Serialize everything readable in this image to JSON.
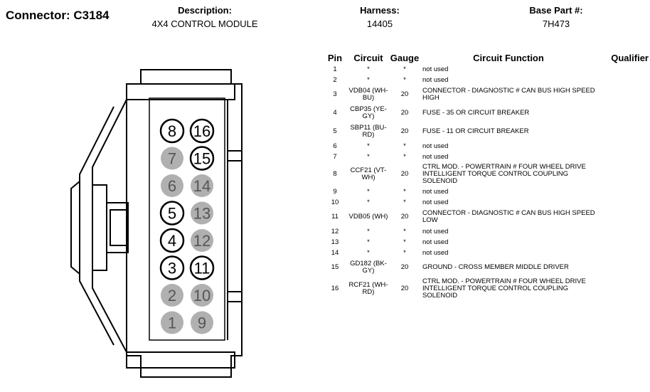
{
  "header": {
    "connector_label": "Connector: C3184",
    "description_label": "Description:",
    "description_value": "4X4 CONTROL MODULE",
    "harness_label": "Harness:",
    "harness_value": "14405",
    "base_part_label": "Base Part #:",
    "base_part_value": "7H473"
  },
  "table": {
    "columns": [
      "Pin",
      "Circuit",
      "Gauge",
      "Circuit Function",
      "Qualifier"
    ],
    "rows": [
      {
        "pin": "1",
        "circuit": "*",
        "gauge": "*",
        "function": "not used"
      },
      {
        "pin": "2",
        "circuit": "*",
        "gauge": "*",
        "function": "not used"
      },
      {
        "pin": "3",
        "circuit": "VDB04 (WH-BU)",
        "gauge": "20",
        "function": "CONNECTOR - DIAGNOSTIC # CAN BUS HIGH SPEED HIGH"
      },
      {
        "pin": "4",
        "circuit": "CBP35 (YE-GY)",
        "gauge": "20",
        "function": "FUSE - 35 OR CIRCUIT BREAKER"
      },
      {
        "pin": "5",
        "circuit": "SBP11 (BU-RD)",
        "gauge": "20",
        "function": "FUSE - 11 OR CIRCUIT BREAKER"
      },
      {
        "pin": "6",
        "circuit": "*",
        "gauge": "*",
        "function": "not used"
      },
      {
        "pin": "7",
        "circuit": "*",
        "gauge": "*",
        "function": "not used"
      },
      {
        "pin": "8",
        "circuit": "CCF21 (VT-WH)",
        "gauge": "20",
        "function": "CTRL MOD. - POWERTRAIN # FOUR WHEEL DRIVE INTELLIGENT TORQUE CONTROL COUPLING SOLENOID"
      },
      {
        "pin": "9",
        "circuit": "*",
        "gauge": "*",
        "function": "not used"
      },
      {
        "pin": "10",
        "circuit": "*",
        "gauge": "*",
        "function": "not used"
      },
      {
        "pin": "11",
        "circuit": "VDB05 (WH)",
        "gauge": "20",
        "function": "CONNECTOR - DIAGNOSTIC # CAN BUS HIGH SPEED LOW"
      },
      {
        "pin": "12",
        "circuit": "*",
        "gauge": "*",
        "function": "not used"
      },
      {
        "pin": "13",
        "circuit": "*",
        "gauge": "*",
        "function": "not used"
      },
      {
        "pin": "14",
        "circuit": "*",
        "gauge": "*",
        "function": "not used"
      },
      {
        "pin": "15",
        "circuit": "GD182 (BK-GY)",
        "gauge": "20",
        "function": "GROUND - CROSS MEMBER MIDDLE DRIVER"
      },
      {
        "pin": "16",
        "circuit": "RCF21 (WH-RD)",
        "gauge": "20",
        "function": "CTRL MOD. - POWERTRAIN # FOUR WHEEL DRIVE INTELLIGENT TORQUE CONTROL COUPLING SOLENOID"
      }
    ]
  },
  "diagram": {
    "pins": [
      {
        "label": "8",
        "used": true
      },
      {
        "label": "16",
        "used": true
      },
      {
        "label": "7",
        "used": false
      },
      {
        "label": "15",
        "used": true
      },
      {
        "label": "6",
        "used": false
      },
      {
        "label": "14",
        "used": false
      },
      {
        "label": "5",
        "used": true
      },
      {
        "label": "13",
        "used": false
      },
      {
        "label": "4",
        "used": true
      },
      {
        "label": "12",
        "used": false
      },
      {
        "label": "3",
        "used": true
      },
      {
        "label": "11",
        "used": true
      },
      {
        "label": "2",
        "used": false
      },
      {
        "label": "10",
        "used": false
      },
      {
        "label": "1",
        "used": false
      },
      {
        "label": "9",
        "used": false
      }
    ],
    "colors": {
      "used_fill": "#ffffff",
      "used_stroke": "#000000",
      "unused_fill": "#b0b0b0",
      "unused_text": "#555555",
      "outline": "#000000"
    }
  }
}
